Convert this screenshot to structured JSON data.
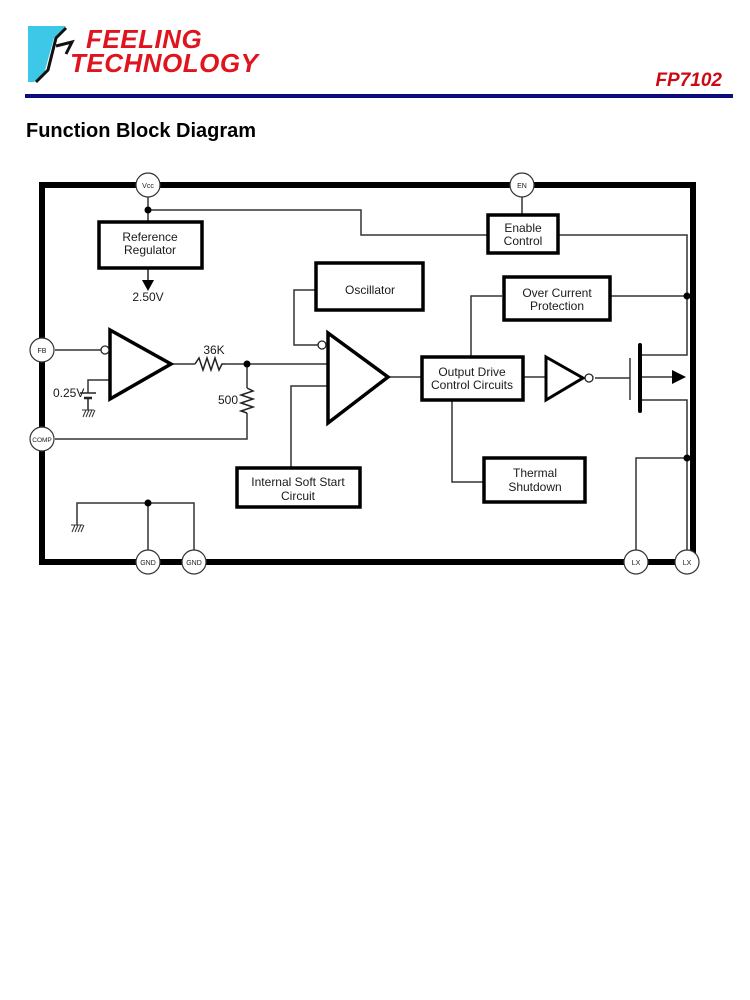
{
  "header": {
    "company_line1": "FEELING",
    "company_line2": "TECHNOLOGY",
    "part_number": "FP7102",
    "colors": {
      "brand_red": "#e0141e",
      "rule_blue": "#0c0c7a",
      "logo_cyan": "#3cc8e6"
    }
  },
  "section": {
    "title": "Function Block Diagram"
  },
  "diagram": {
    "pins": {
      "vcc": "Vcc",
      "en": "EN",
      "fb": "FB",
      "comp": "COMP",
      "gnd1": "GND",
      "gnd2": "GND",
      "lx1": "LX",
      "lx2": "LX"
    },
    "blocks": {
      "reference_regulator": [
        "Reference",
        "Regulator"
      ],
      "enable_control": [
        "Enable",
        "Control"
      ],
      "oscillator": [
        "Oscillator"
      ],
      "over_current_protection": [
        "Over Current",
        "Protection"
      ],
      "output_drive": [
        "Output Drive",
        "Control Circuits"
      ],
      "soft_start": [
        "Internal Soft Start",
        "Circuit"
      ],
      "thermal_shutdown": [
        "Thermal",
        "Shutdown"
      ]
    },
    "labels": {
      "vref": "2.50V",
      "ref_voltage": "0.25V",
      "r1": "36K",
      "r2": "500"
    }
  }
}
